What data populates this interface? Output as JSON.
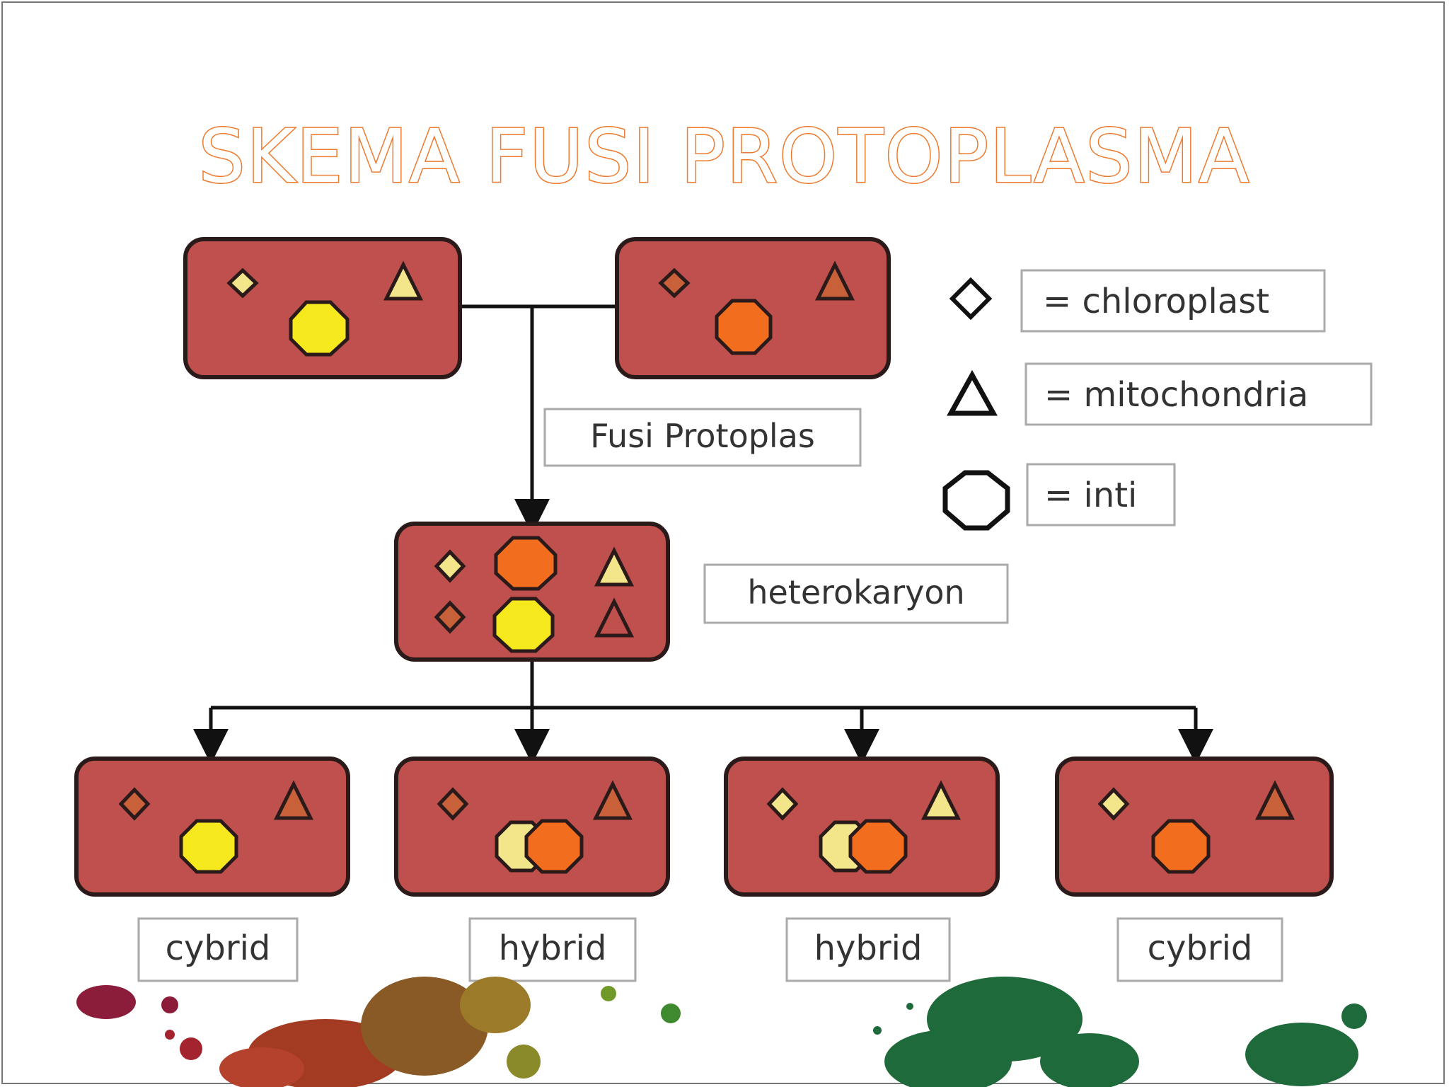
{
  "slide": {
    "title": "SKEMA FUSI PROTOPLASMA"
  },
  "diagram": {
    "process_label": "Fusi Protoplas",
    "intermediate_label": "heterokaryon",
    "outcomes": [
      "cybrid",
      "hybrid",
      "hybrid",
      "cybrid"
    ]
  },
  "legend": {
    "items": [
      {
        "icon": "diamond-icon",
        "text": "= chloroplast"
      },
      {
        "icon": "triangle-icon",
        "text": "= mitochondria"
      },
      {
        "icon": "octagon-icon",
        "text": "= inti"
      }
    ]
  },
  "colors": {
    "cell_fill": "#c0504d",
    "cell_stroke": "#2b1a1a",
    "yellow": "#f5e81c",
    "orange": "#f26d1d",
    "light_yellow": "#f3e58a",
    "brown": "#c8603a",
    "title_outline": "#ee7a2e"
  }
}
